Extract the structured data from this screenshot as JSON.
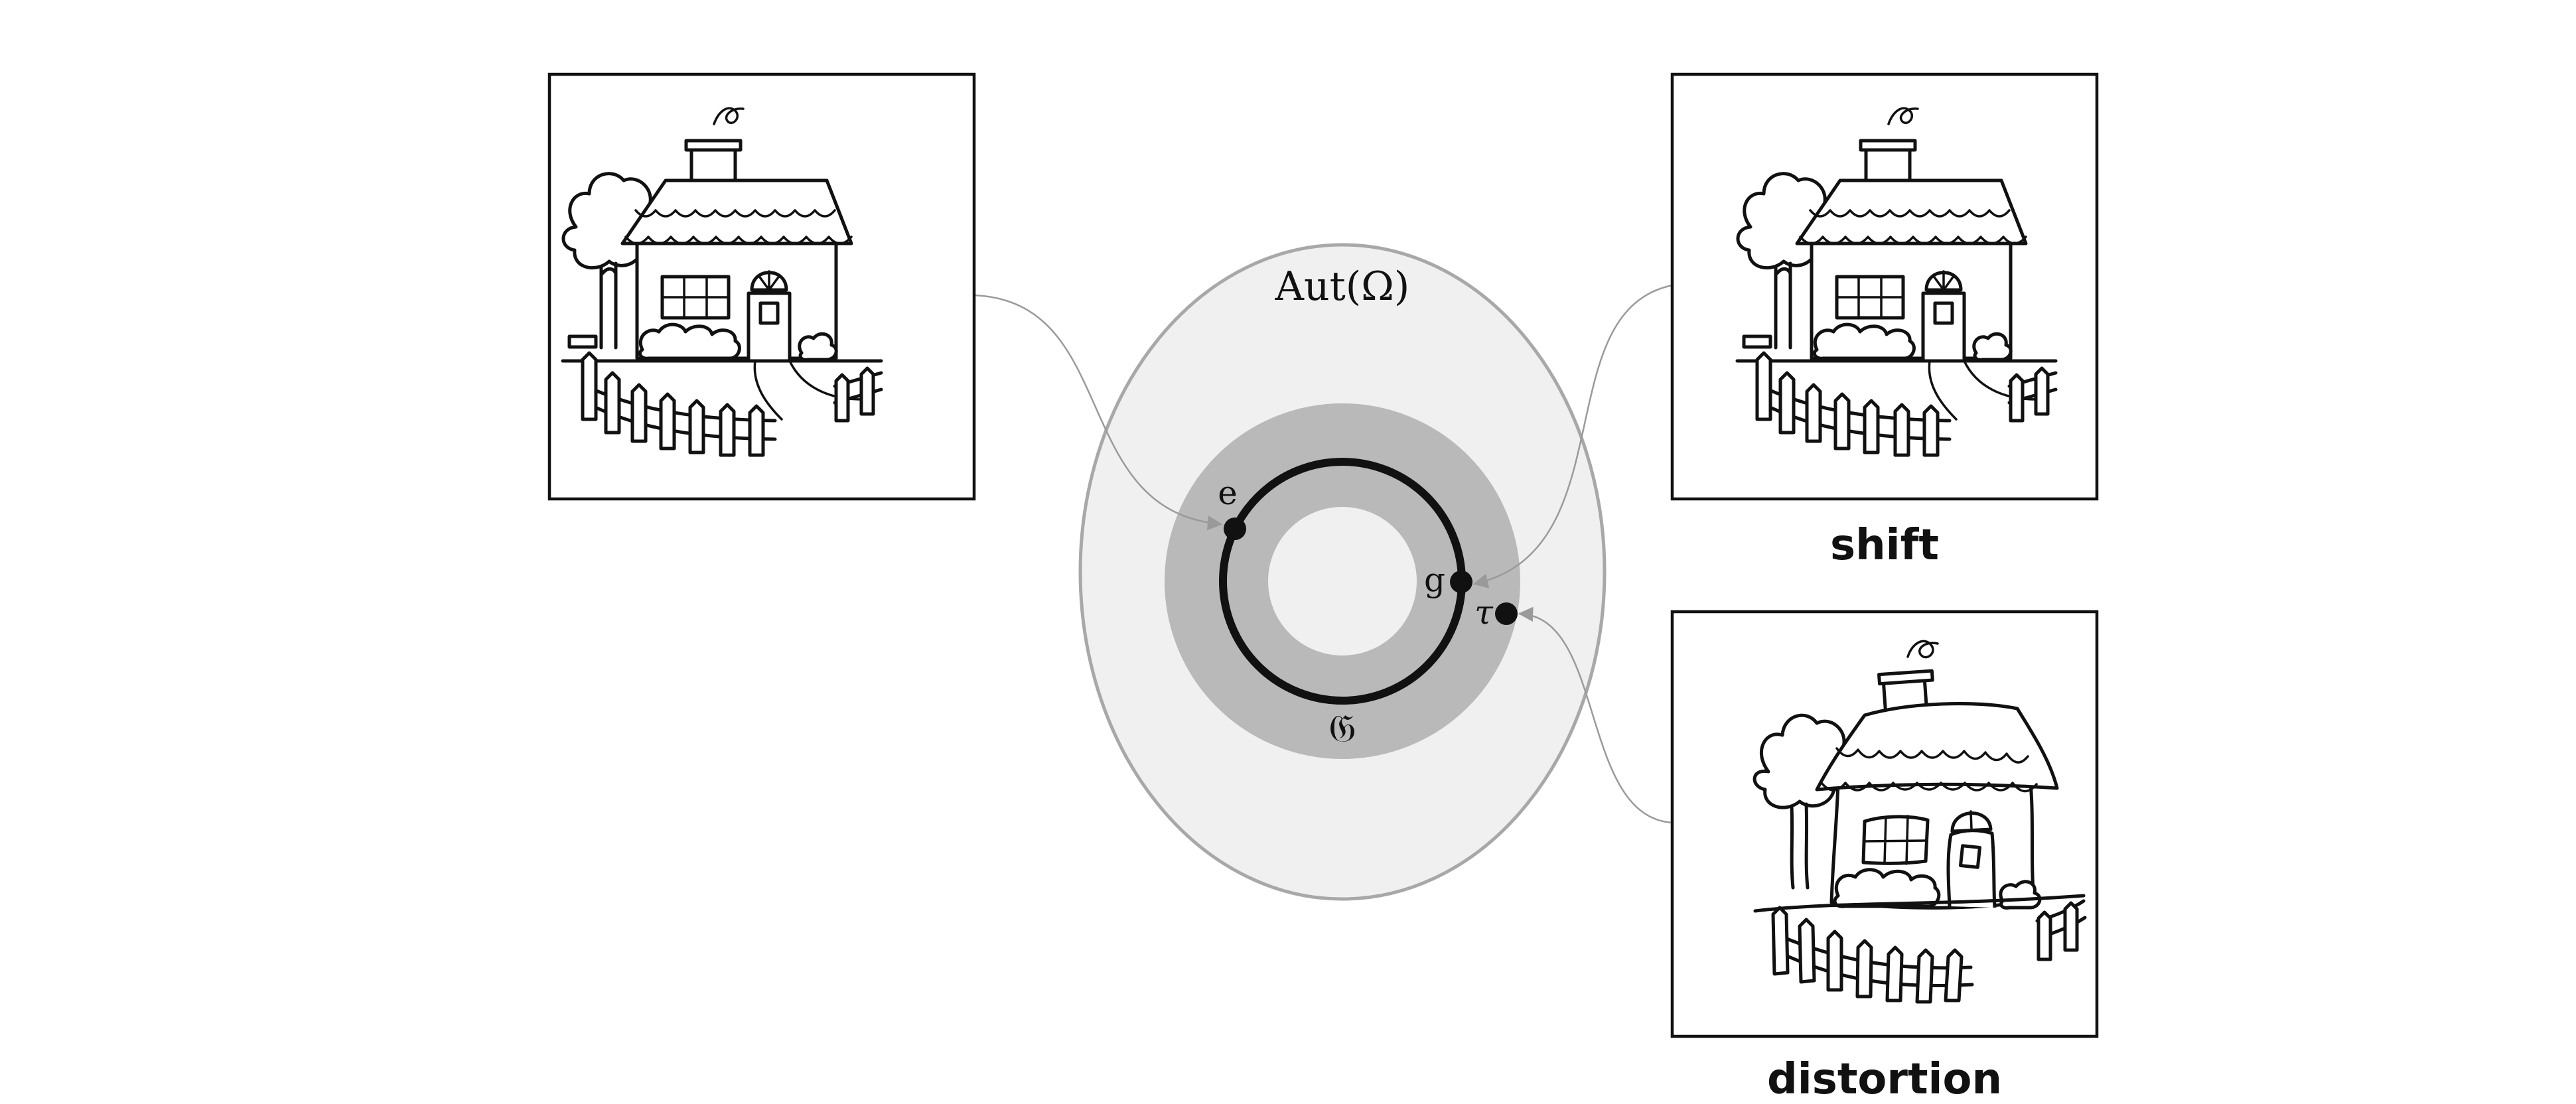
{
  "diagram": {
    "outer_set_label": "Aut(Ω)",
    "group_label": "𝔊",
    "points": {
      "identity": "e",
      "group_element": "g",
      "distortion_element": "τ"
    },
    "captions": {
      "shift": "shift",
      "distortion": "distortion"
    },
    "colors": {
      "outer_set_fill": "#f0f0f0",
      "outer_set_stroke": "#a8a8a8",
      "band_fill": "#b9b9b9",
      "orbit_stroke": "#111111",
      "arrow_color": "#9a9a9a"
    },
    "icons": [
      "house-drawing-original",
      "house-drawing-shifted",
      "house-drawing-distorted"
    ]
  }
}
